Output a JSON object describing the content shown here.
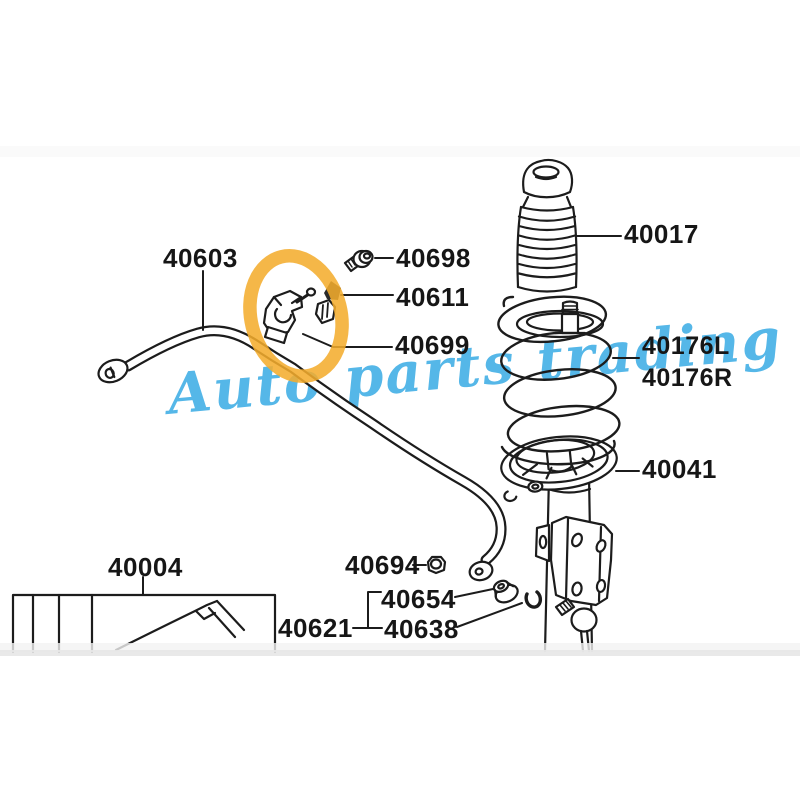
{
  "watermark": {
    "text": "Auto parts trading",
    "color": "#55b7e8"
  },
  "highlight_circle": {
    "shape": "hand-drawn-ellipse",
    "color": "#f3ac2d"
  },
  "parts": {
    "stabilizer_bar": {
      "label": "40603"
    },
    "bracket_bolt": {
      "label": "40698"
    },
    "bar_bushing": {
      "label": "40611"
    },
    "bar_clamp": {
      "label": "40699"
    },
    "dust_cover": {
      "label": "40017"
    },
    "coil_spring_left": {
      "label": "40176L"
    },
    "coil_spring_right": {
      "label": "40176R"
    },
    "spring_seat": {
      "label": "40041"
    },
    "lower_arm_box": {
      "label": "40004"
    },
    "link_nut": {
      "label": "40694"
    },
    "link_grommet": {
      "label": "40654"
    },
    "link_kit": {
      "label": "40621"
    },
    "link_ring": {
      "label": "40638"
    }
  }
}
